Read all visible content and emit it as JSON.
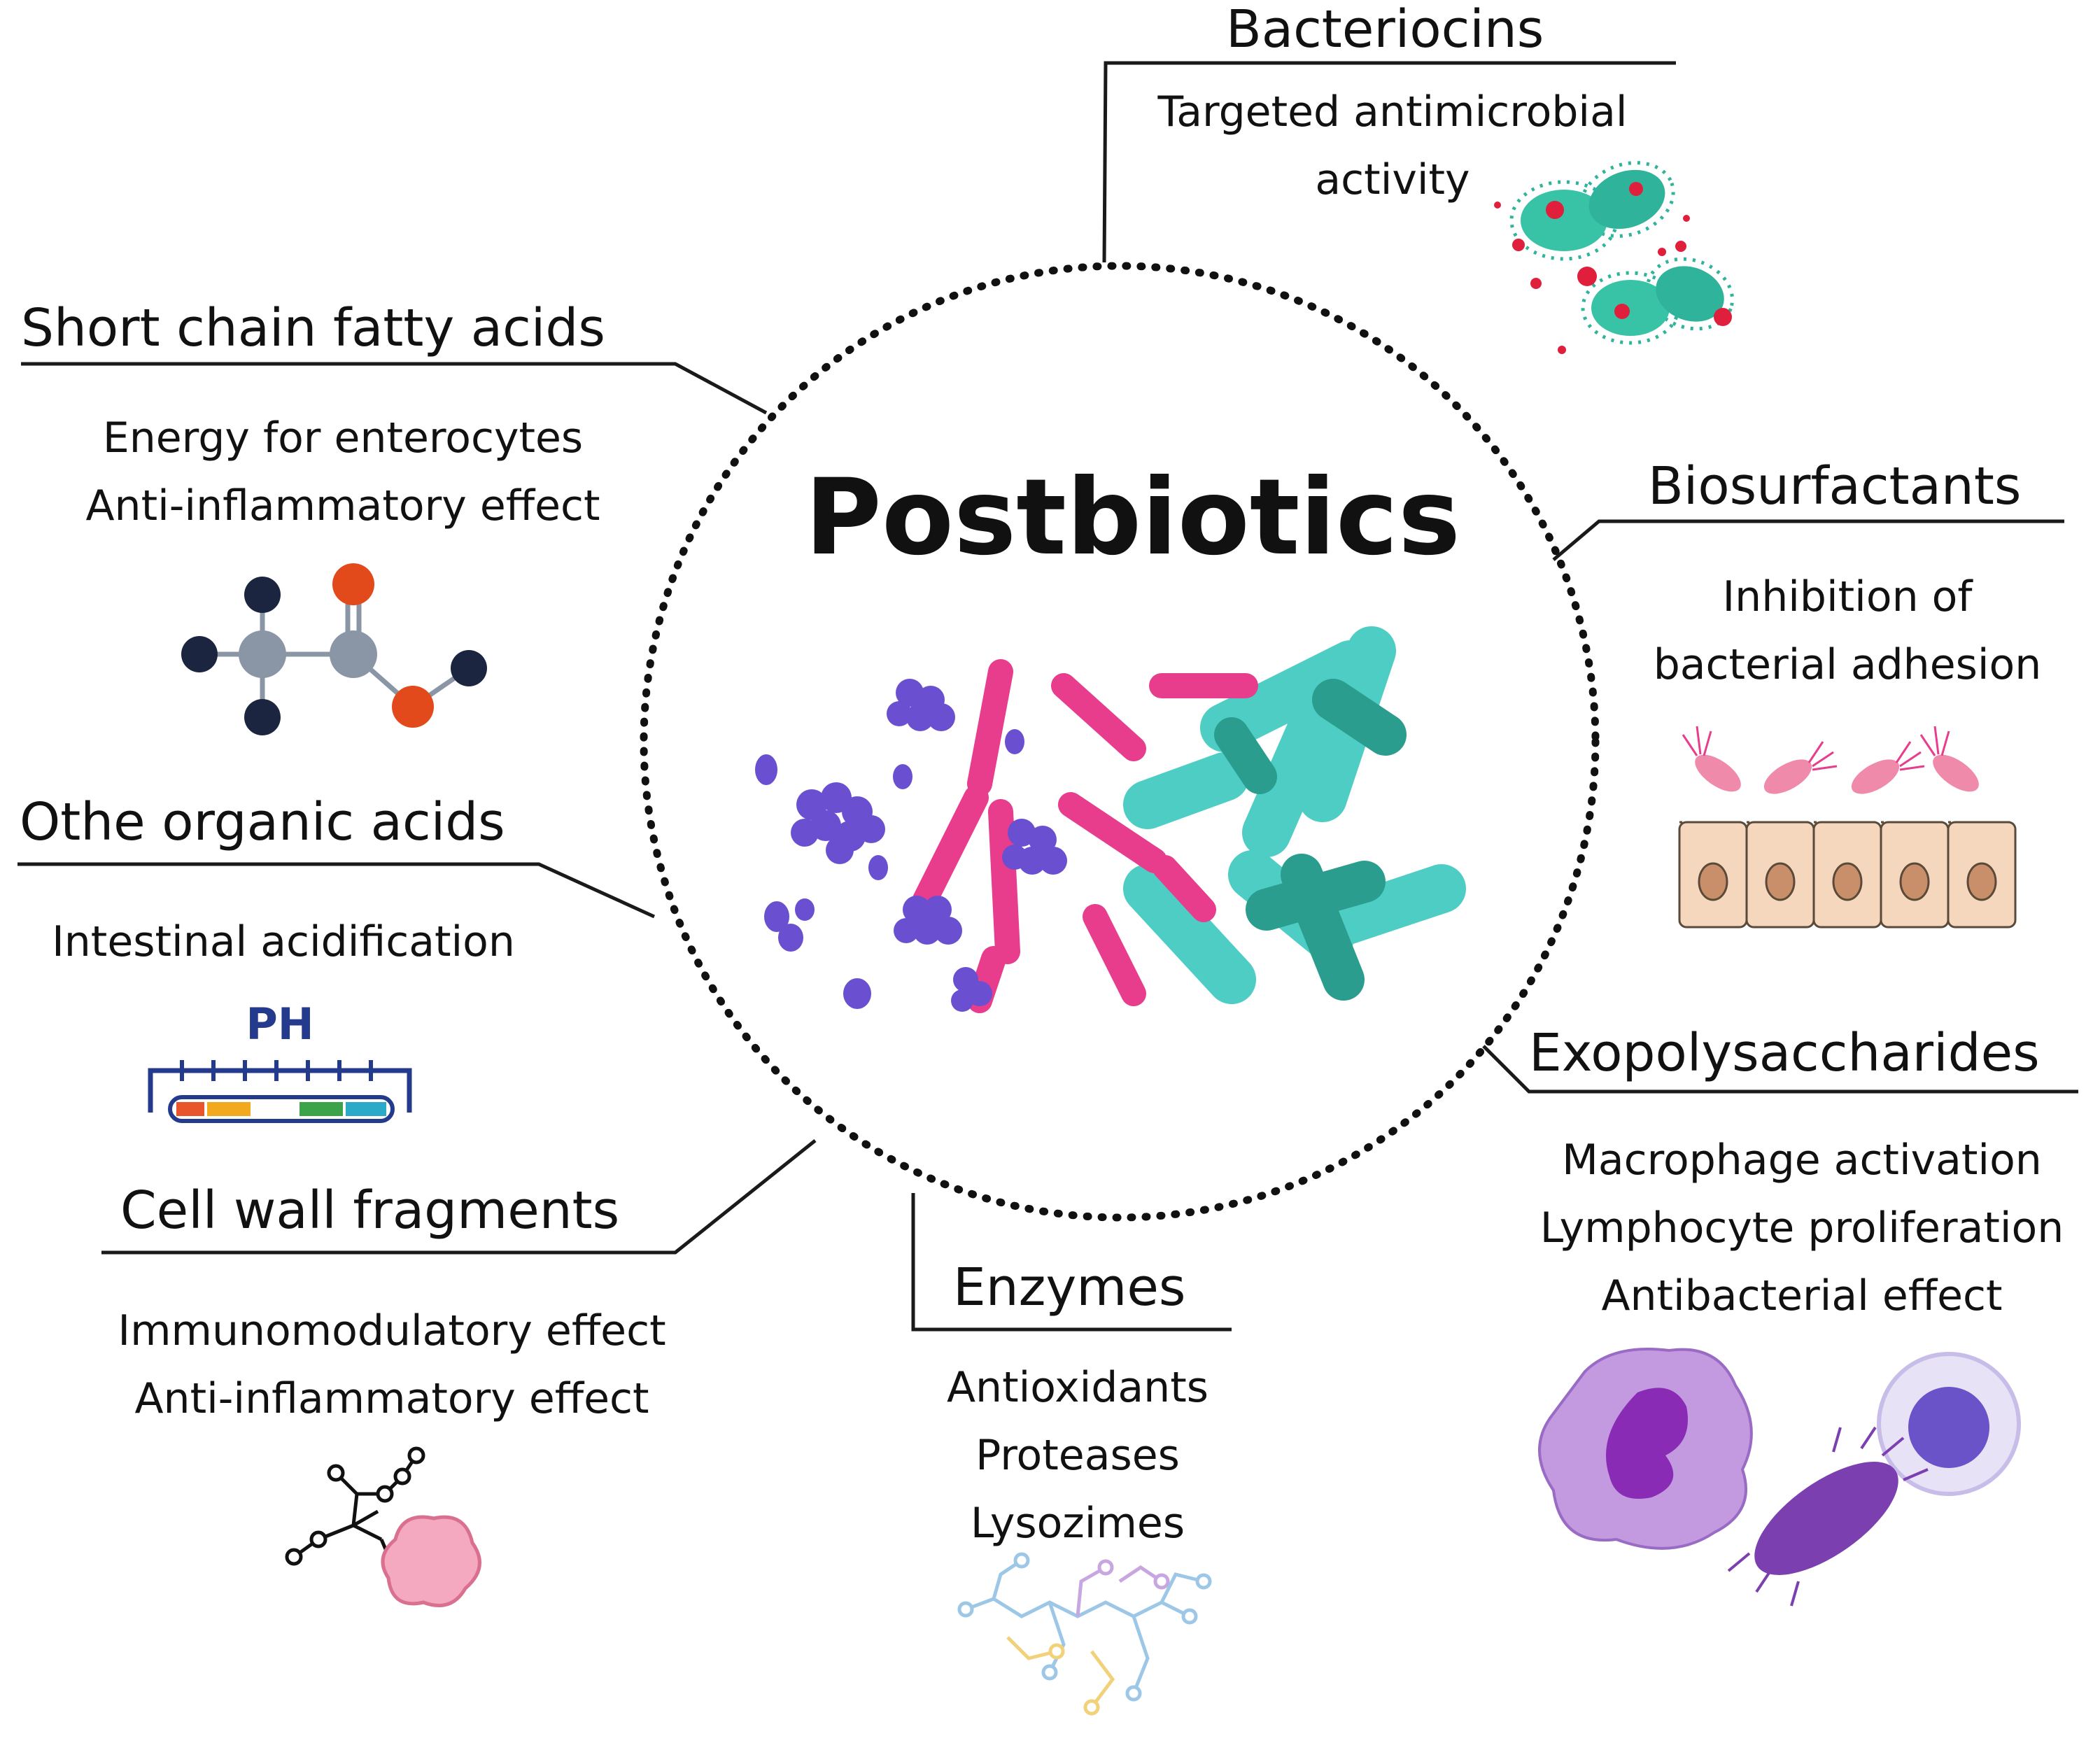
{
  "center": {
    "title": "Postbiotics"
  },
  "sections": {
    "bacteriocins": {
      "title": "Bacteriocins",
      "lines": [
        "Targeted antimicrobial",
        "activity"
      ]
    },
    "scfa": {
      "title": "Short chain fatty acids",
      "lines": [
        "Energy for enterocytes",
        "Anti-inflammatory effect"
      ]
    },
    "biosurfactants": {
      "title": "Biosurfactants",
      "lines": [
        "Inhibition of",
        "bacterial adhesion"
      ]
    },
    "organic_acids": {
      "title": "Othe organic acids",
      "lines": [
        "Intestinal acidification"
      ]
    },
    "exopolysaccharides": {
      "title": "Exopolysaccharides",
      "lines": [
        "Macrophage activation",
        "Lymphocyte proliferation",
        "Antibacterial effect"
      ]
    },
    "cell_wall": {
      "title": "Cell wall fragments",
      "lines": [
        "Immunomodulatory effect",
        "Anti-inflammatory effect"
      ]
    },
    "enzymes": {
      "title": "Enzymes",
      "lines": [
        "Antioxidants",
        "Proteases",
        "Lysozimes"
      ]
    }
  },
  "icons": {
    "ph_label": "PH",
    "names": [
      "bacteria-cluster-icon",
      "molecule-icon",
      "enterocyte-icon",
      "ph-scale-icon",
      "immune-cells-icon",
      "cell-wall-fragment-icon",
      "enzyme-network-icon",
      "postbiotics-microbes-icon"
    ]
  },
  "colors": {
    "line": "#1a1a1a",
    "dotted_circle": "#111111",
    "purple_cocci": "#6a4fd0",
    "pink_rods": "#e83c8c",
    "teal_rods": "#4ecdc4",
    "dark_teal_rods": "#2a9d8f",
    "molecule_dark": "#1c2540",
    "molecule_gray": "#8a96a6",
    "molecule_red": "#e24a1b",
    "bacteria_green": "#2fb39a",
    "bacteria_red": "#e01f3d",
    "enterocyte_fill": "#f5d7bd",
    "macrophage": "#b98ad8",
    "lymphocyte": "#6a52c9"
  }
}
